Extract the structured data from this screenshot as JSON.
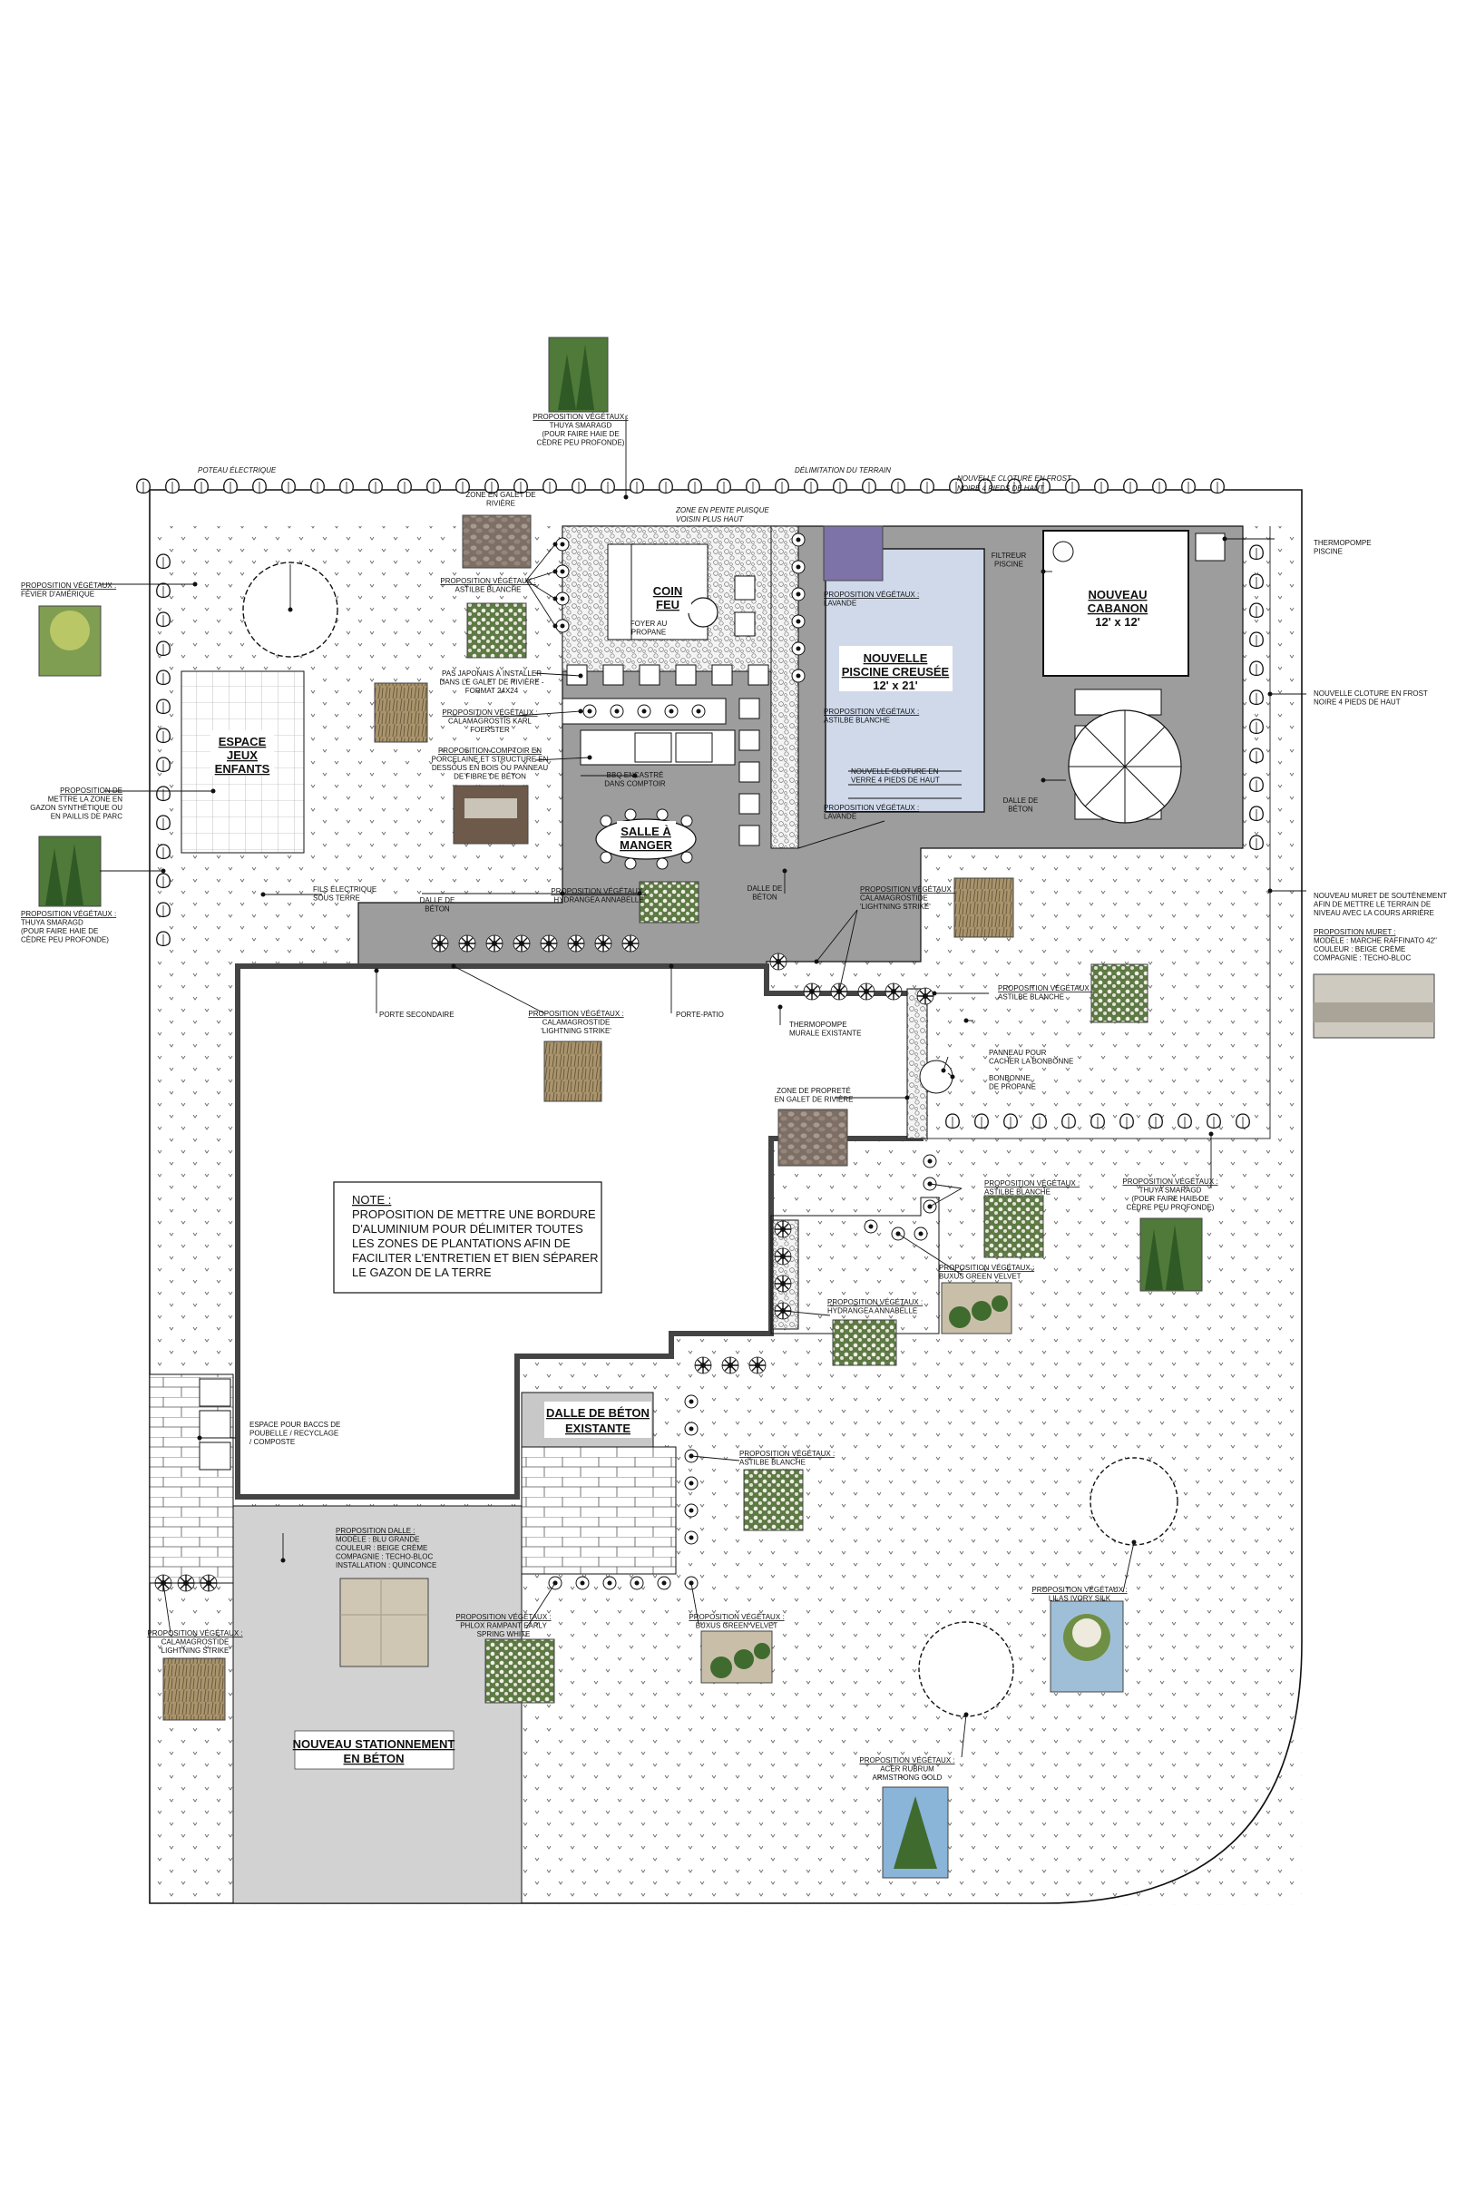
{
  "labels": {
    "poteau": "POTEAU ÉLECTRIQUE",
    "delimitation": "DÉLIMITATION DU TERRAIN",
    "cloture_top_1": "NOUVELLE CLOTURE EN FROST",
    "cloture_top_2": "NOIRE 4 PIEDS DE HAUT",
    "zone_pente_1": "ZONE EN PENTE PUISQUE",
    "zone_pente_2": "VOISIN PLUS HAUT",
    "thuya_top": [
      "PROPOSITION VÉGÉTAUX :",
      "THUYA SMARAGD",
      "(POUR FAIRE HAIE DE",
      "CÈDRE PEU PROFONDE)"
    ],
    "galet_top": [
      "ZONE EN GALET DE",
      "RIVIÈRE"
    ],
    "astilbe_1": [
      "PROPOSITION VÉGÉTAUX :",
      "ASTILBE BLANCHE"
    ],
    "fevier": [
      "PROPOSITION VÉGÉTAUX :",
      "FÉVIER D'AMÉRIQUE"
    ],
    "pas_japonais": [
      "PAS JAPONAIS À INSTALLER",
      "DANS LE GALET DE RIVIÈRE -",
      "FORMAT 24X24"
    ],
    "calamagrostis_karl": [
      "PROPOSITION VÉGÉTAUX :",
      "CALAMAGROSTIS KARL",
      "FOERSTER"
    ],
    "comptoir": [
      "PROPOSITION COMPTOIR EN",
      "PORCELAINE ET STRUCTURE EN",
      "DESSOUS EN BOIS OU PANNEAU",
      "DE FIBRE DE BÉTON"
    ],
    "bbq": [
      "BBQ ENCASTRÉ",
      "DANS COMPTOIR"
    ],
    "foyer": [
      "FOYER AU",
      "PROPANE"
    ],
    "coin_feu": [
      "COIN",
      "FEU"
    ],
    "salle_manger": [
      "SALLE À",
      "MANGER"
    ],
    "espace_jeux": [
      "ESPACE",
      "JEUX",
      "ENFANTS"
    ],
    "gazon_synth": [
      "PROPOSITION DE",
      "METTRE LA ZONE EN",
      "GAZON SYNTHÉTIQUE OU",
      "EN PAILLIS DE PARC"
    ],
    "thuya_left": [
      "PROPOSITION VÉGÉTAUX :",
      "THUYA SMARAGD",
      "(POUR FAIRE HAIE DE",
      "CÈDRE PEU PROFONDE)"
    ],
    "fils_elec": [
      "FILS ÉLECTRIQUE",
      "SOUS TERRE"
    ],
    "dalle_beton_1": [
      "DALLE DE",
      "BÉTON"
    ],
    "dalle_beton_2": [
      "DALLE DE",
      "BÉTON"
    ],
    "dalle_beton_3": [
      "DALLE DE",
      "BÉTON"
    ],
    "hydrangea_1": [
      "PROPOSITION VÉGÉTAUX :",
      "HYDRANGEA ANNABELLE"
    ],
    "lavande_1": [
      "PROPOSITION VÉGÉTAUX :",
      "LAVANDE"
    ],
    "astilbe_2": [
      "PROPOSITION VÉGÉTAUX :",
      "ASTILBE BLANCHE"
    ],
    "cloture_verre": [
      "NOUVELLE CLOTURE EN",
      "VERRE 4 PIEDS DE HAUT"
    ],
    "lavande_2": [
      "PROPOSITION VÉGÉTAUX :",
      "LAVANDE"
    ],
    "piscine": [
      "NOUVELLE",
      "PISCINE CREUSÉE",
      "12' x 21'"
    ],
    "filtreur": [
      "FILTREUR",
      "PISCINE"
    ],
    "cabanon": [
      "NOUVEAU",
      "CABANON",
      "12' x 12'"
    ],
    "thermopompe_piscine": [
      "THERMOPOMPE",
      "PISCINE"
    ],
    "cloture_right": [
      "NOUVELLE CLOTURE EN FROST",
      "NOIRE 4 PIEDS DE HAUT"
    ],
    "muret": [
      "NOUVEAU MURET DE SOUTÈNEMENT",
      "AFIN DE METTRE LE TERRAIN DE",
      "NIVEAU AVEC LA COURS ARRIÈRE"
    ],
    "muret_prop": [
      "PROPOSITION MURET :",
      "MODÈLE : MARCHE RAFFINATO 42\"",
      "COULEUR : BEIGE CRÈME",
      "COMPAGNIE : TECHO-BLOC"
    ],
    "calamagrostide_1": [
      "PROPOSITION VÉGÉTAUX :",
      "CALAMAGROSTIDE",
      "'LIGHTNING STRIKE'"
    ],
    "astilbe_3": [
      "PROPOSITION VÉGÉTAUX :",
      "ASTILBE BLANCHE"
    ],
    "porte_secondaire": "PORTE SECONDAIRE",
    "calamagrostide_2": [
      "PROPOSITION VÉGÉTAUX :",
      "CALAMAGROSTIDE",
      "'LIGHTNING STRIKE'"
    ],
    "porte_patio": "PORTE-PATIO",
    "thermopompe_murale": [
      "THERMOPOMPE",
      "MURALE EXISTANTE"
    ],
    "panneau": [
      "PANNEAU POUR",
      "CACHER LA BONBONNE"
    ],
    "bonbonne": [
      "BONBONNE",
      "DE PROPANE"
    ],
    "zone_proprete": [
      "ZONE DE PROPRETÉ",
      "EN GALET DE RIVIÈRE"
    ],
    "note_title": "NOTE :",
    "note_lines": [
      "PROPOSITION DE METTRE UNE BORDURE",
      "D'ALUMINIUM POUR DÉLIMITER TOUTES",
      "LES ZONES DE PLANTATIONS AFIN DE",
      "FACILITER L'ENTRETIEN ET BIEN SÉPARER",
      "LE GAZON DE LA TERRE"
    ],
    "astilbe_4": [
      "PROPOSITION VÉGÉTAUX :",
      "ASTILBE BLANCHE"
    ],
    "thuya_right": [
      "PROPOSITION VÉGÉTAUX :",
      "THUYA SMARAGD",
      "(POUR FAIRE HAIE DE",
      "CÈDRE PEU PROFONDE)"
    ],
    "buxus_1": [
      "PROPOSITION VÉGÉTAUX :",
      "BUXUS GREEN VELVET"
    ],
    "hydrangea_2": [
      "PROPOSITION VÉGÉTAUX :",
      "HYDRANGEA ANNABELLE"
    ],
    "dalle_existante": [
      "DALLE DE BÉTON",
      "EXISTANTE"
    ],
    "bacs": [
      "ESPACE POUR BACCS DE",
      "POUBELLE / RECYCLAGE",
      "/ COMPOSTE"
    ],
    "astilbe_5": [
      "PROPOSITION VÉGÉTAUX :",
      "ASTILBE BLANCHE"
    ],
    "dalle_prop": [
      "PROPOSITION DALLE :",
      "MODÈLE : BLU GRANDE",
      "COULEUR : BEIGE CRÈME",
      "COMPAGNIE : TECHO-BLOC",
      "INSTALLATION : QUINCONCE"
    ],
    "calamagrostide_3": [
      "PROPOSITION VÉGÉTAUX :",
      "CALAMAGROSTIDE",
      "'LIGHTNING STRIKE'"
    ],
    "phlox": [
      "PROPOSITION VÉGÉTAUX :",
      "PHLOX RAMPANT EARLY",
      "SPRING WHITE"
    ],
    "buxus_2": [
      "PROPOSITION VÉGÉTAUX :",
      "BUXUS GREEN VELVET"
    ],
    "lilas": [
      "PROPOSITION VÉGÉTAUX :",
      "LILAS IVORY SILK"
    ],
    "stationnement": [
      "NOUVEAU STATIONNEMENT",
      "EN BÉTON"
    ],
    "acer": [
      "PROPOSITION VÉGÉTAUX :",
      "ACER RUBRUM",
      "ARMSTRONG GOLD"
    ]
  },
  "colors": {
    "concrete": "#9d9d9d",
    "pool_water": "#cfd9ea",
    "house": "#ffffff",
    "parking": "#d2d2d2",
    "foliage_green": "#4f7a3a",
    "lavender": "#7e73a8",
    "astilbe_white": "#e6e4d6"
  }
}
